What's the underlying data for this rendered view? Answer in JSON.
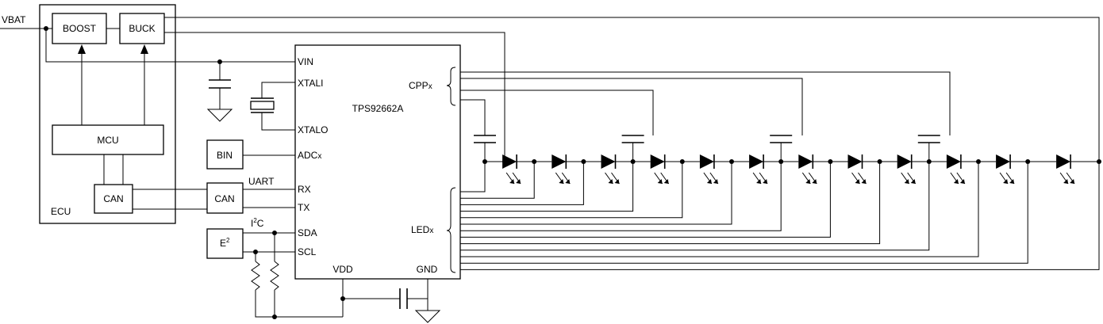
{
  "labels": {
    "vbat": "VBAT",
    "boost": "BOOST",
    "buck": "BUCK",
    "mcu": "MCU",
    "can_ecu": "CAN",
    "ecu": "ECU",
    "vin": "VIN",
    "xtali": "XTALI",
    "xtalo": "XTALO",
    "chip": "TPS92662A",
    "cpp": "CPP",
    "cpp_sub": "x",
    "bin": "BIN",
    "adc": "ADC",
    "adc_sub": "x",
    "uart": "UART",
    "rx": "RX",
    "tx": "TX",
    "can_ext": "CAN",
    "i2c_i": "I",
    "i2c_sup": "2",
    "i2c_c": "C",
    "sda": "SDA",
    "scl": "SCL",
    "e2_base": "E",
    "e2_sup": "2",
    "led": "LED",
    "led_sub": "x",
    "vdd": "VDD",
    "gnd": "GND"
  },
  "led_string": {
    "count": 12,
    "charge_pump_capacitor_count": 4
  }
}
